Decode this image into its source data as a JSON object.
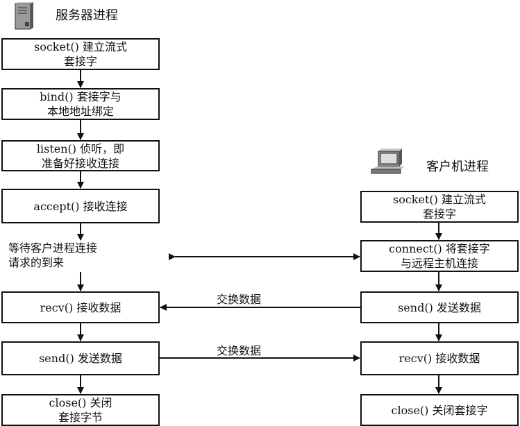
{
  "server": {
    "title": "服务器进程",
    "icon": "server-tower-icon",
    "steps": [
      {
        "line1": "socket() 建立流式",
        "line2": "套接字"
      },
      {
        "line1": "bind() 套接字与",
        "line2": "本地地址绑定"
      },
      {
        "line1": "listen() 侦听，即",
        "line2": "准备好接收连接"
      },
      {
        "line1": "accept() 接收连接",
        "line2": ""
      },
      {
        "line1": "等待客户进程连接",
        "line2": "请求的到来"
      },
      {
        "line1": "recv() 接收数据",
        "line2": ""
      },
      {
        "line1": "send() 发送数据",
        "line2": ""
      },
      {
        "line1": "close() 关闭",
        "line2": "套接字节"
      }
    ]
  },
  "client": {
    "title": "客户机进程",
    "icon": "desktop-computer-icon",
    "steps": [
      {
        "line1": "socket() 建立流式",
        "line2": "套接字"
      },
      {
        "line1": "connect() 将套接字",
        "line2": "与远程主机连接"
      },
      {
        "line1": "send() 发送数据",
        "line2": ""
      },
      {
        "line1": "recv() 接收数据",
        "line2": ""
      },
      {
        "line1": "close() 关闭套接字",
        "line2": ""
      }
    ]
  },
  "exchanges": [
    {
      "label": "交换数据",
      "direction": "client-to-server"
    },
    {
      "label": "交换数据",
      "direction": "server-to-client"
    }
  ]
}
